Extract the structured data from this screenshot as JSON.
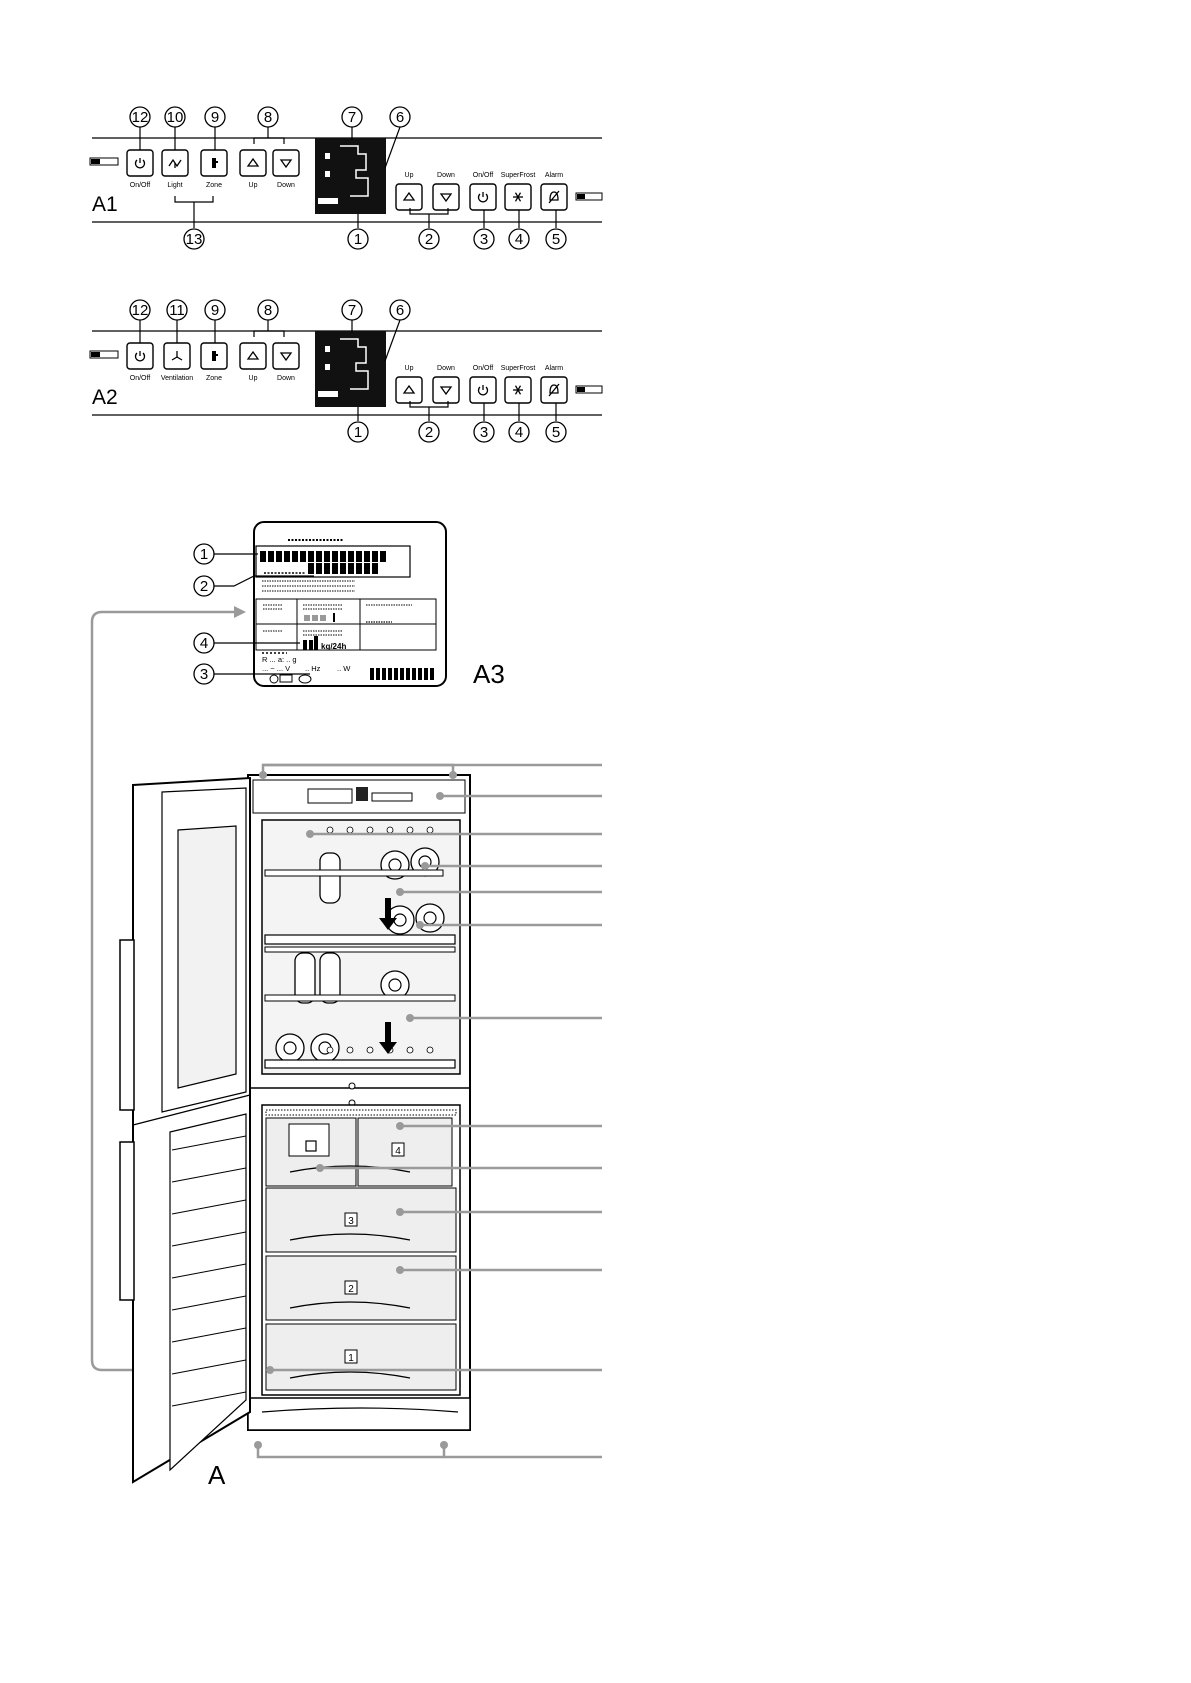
{
  "panel_a1": {
    "title": "A1",
    "buttons_left": [
      {
        "num": "12",
        "label": "On/Off",
        "icon": "power-icon"
      },
      {
        "num": "10",
        "label": "Light",
        "icon": "light-icon"
      },
      {
        "num": "9",
        "label": "Zone",
        "icon": "zone-icon"
      },
      {
        "num": "8",
        "label": "Up",
        "icon": "arrow-up-icon"
      },
      {
        "num": "",
        "label": "Down",
        "icon": "arrow-down-icon"
      }
    ],
    "buttons_right": [
      {
        "label": "Up",
        "icon": "arrow-up-icon"
      },
      {
        "label": "Down",
        "icon": "arrow-down-icon"
      },
      {
        "label": "On/Off",
        "icon": "power-icon"
      },
      {
        "label": "SuperFrost",
        "icon": "snowflake-icon"
      },
      {
        "label": "Alarm",
        "icon": "alarm-off-icon"
      }
    ],
    "callouts_top": [
      "12",
      "10",
      "9",
      "8",
      "7",
      "6"
    ],
    "callouts_bottom": [
      "13",
      "1",
      "2",
      "3",
      "4",
      "5"
    ]
  },
  "panel_a2": {
    "title": "A2",
    "buttons_left": [
      {
        "label": "On/Off",
        "icon": "power-icon"
      },
      {
        "label": "Ventilation",
        "icon": "fan-icon"
      },
      {
        "label": "Zone",
        "icon": "zone-icon"
      },
      {
        "label": "Up",
        "icon": "arrow-up-icon"
      },
      {
        "label": "Down",
        "icon": "arrow-down-icon"
      }
    ],
    "buttons_right": [
      {
        "label": "Up",
        "icon": "arrow-up-icon"
      },
      {
        "label": "Down",
        "icon": "arrow-down-icon"
      },
      {
        "label": "On/Off",
        "icon": "power-icon"
      },
      {
        "label": "SuperFrost",
        "icon": "snowflake-icon"
      },
      {
        "label": "Alarm",
        "icon": "alarm-off-icon"
      }
    ],
    "callouts_top": [
      "12",
      "11",
      "9",
      "8",
      "7",
      "6"
    ],
    "callouts_bottom": [
      "1",
      "2",
      "3",
      "4",
      "5"
    ]
  },
  "rating_plate": {
    "title": "A3",
    "callouts": [
      "1",
      "2",
      "4",
      "3"
    ],
    "unit_kg": "kg/24h",
    "row_r": "R ... a: .. g",
    "row_v": "... ~ ... V",
    "row_hz": ".. Hz",
    "row_w": ".. W"
  },
  "appliance": {
    "title": "A",
    "drawer_numbers": [
      "4",
      "3",
      "2",
      "1"
    ]
  }
}
